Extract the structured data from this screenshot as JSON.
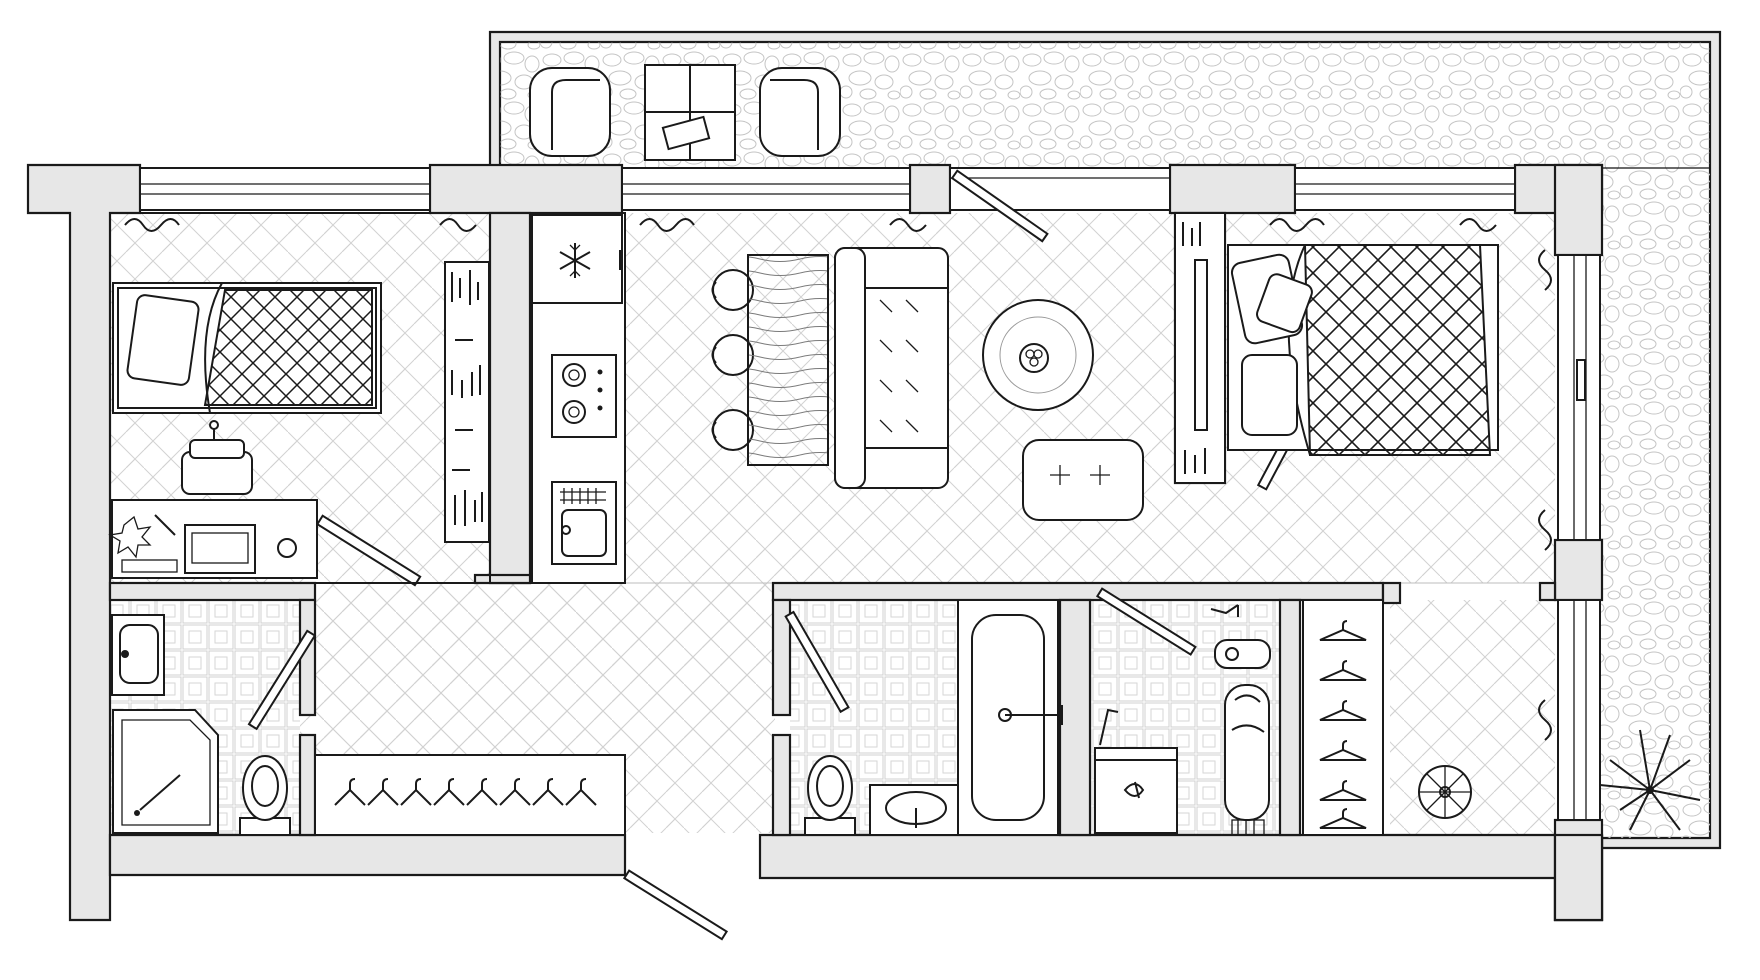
{
  "plan": {
    "title": "",
    "colors": {
      "wall_fill": "#e7e7e7",
      "outline": "#1a1a1a",
      "floor_pattern": "#cfcfcf",
      "pebble": "#c9c9c9",
      "background": "#ffffff"
    },
    "rooms": [
      {
        "id": "bedroom-small",
        "floor": "herringbone"
      },
      {
        "id": "kitchen",
        "floor": "none"
      },
      {
        "id": "living-room",
        "floor": "herringbone"
      },
      {
        "id": "bedroom-master",
        "floor": "herringbone"
      },
      {
        "id": "hallway",
        "floor": "herringbone"
      },
      {
        "id": "shower-room",
        "floor": "tile"
      },
      {
        "id": "bathroom",
        "floor": "tile"
      },
      {
        "id": "laundry",
        "floor": "tile"
      },
      {
        "id": "dressing-room",
        "floor": "herringbone"
      },
      {
        "id": "terrace",
        "floor": "pebbles"
      }
    ],
    "icons": [
      "snowflake-icon",
      "hanger-icon",
      "plant-icon"
    ]
  }
}
